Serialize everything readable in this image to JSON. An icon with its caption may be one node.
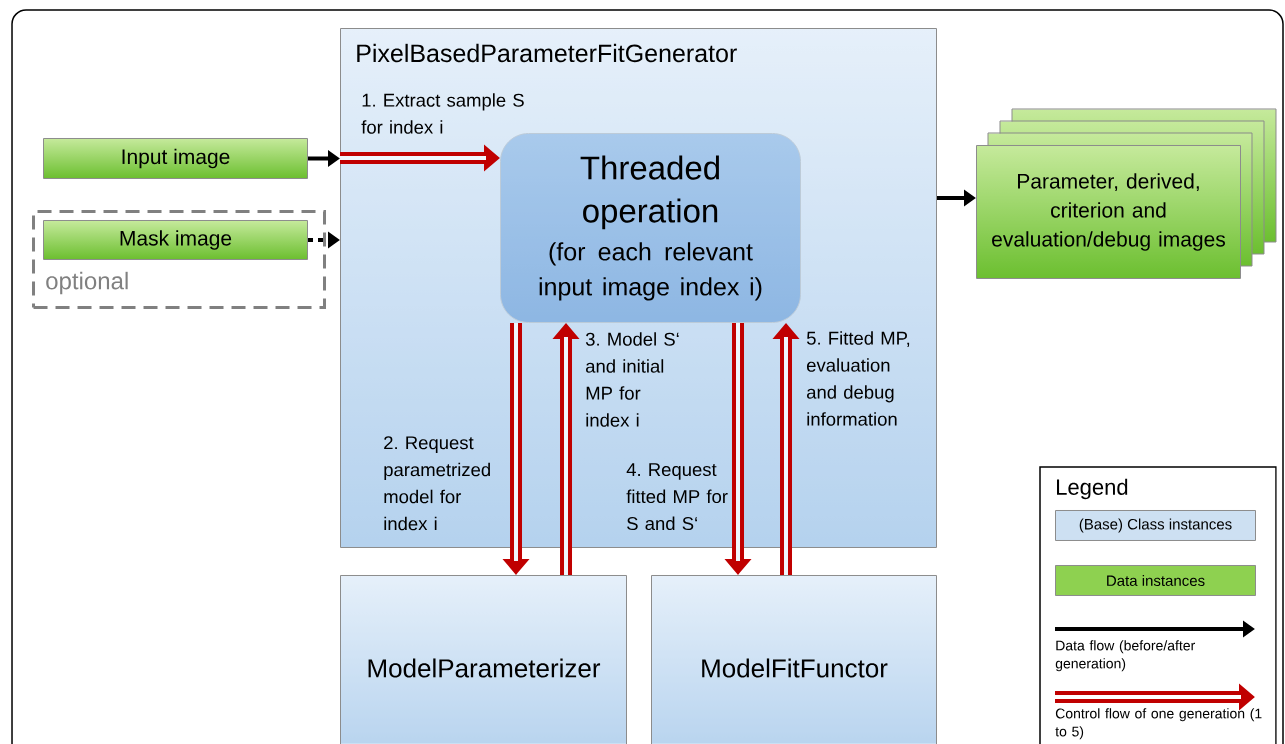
{
  "diagram": {
    "nodes": [
      {
        "text": [
          "PixelBasedParameterFitGenerator"
        ]
      },
      {
        "text": [
          "Threaded operation",
          "(for each relevant input image index i)"
        ],
        "in": 0
      },
      {
        "text": [
          "Input image"
        ]
      },
      {
        "text": [
          "optional"
        ]
      },
      {
        "text": [
          "Mask image"
        ],
        "in": 3
      },
      {
        "text": [
          "Parameter, derived, criterion and evaluation/debug images"
        ]
      },
      {
        "text": [
          "ModelParameterizer"
        ]
      },
      {
        "text": [
          "ModelFitFunctor"
        ]
      }
    ],
    "edges": [
      {
        "from": 2,
        "to": 0,
        "arrow": "to",
        "color": "#000000"
      },
      {
        "from": 0,
        "to": 1,
        "arrow": "to",
        "label": "1. Extract sample S for index i"
      },
      {
        "from": 4,
        "to": 0,
        "arrow": "to",
        "style": "dashed",
        "color": "#000000"
      },
      {
        "from": 0,
        "to": 5,
        "arrow": "to",
        "color": "#000000"
      },
      {
        "from": 1,
        "to": 6,
        "arrow": "to",
        "label": "2. Request parametrized model for index i"
      },
      {
        "from": 6,
        "to": 1,
        "arrow": "to",
        "label": "3. Model S‘ and initial MP for index i"
      },
      {
        "from": 1,
        "to": 7,
        "arrow": "to",
        "label": "4. Request fitted MP for S and S‘"
      },
      {
        "from": 7,
        "to": 1,
        "arrow": "to",
        "label": "5. Fitted MP, evaluation and debug information"
      }
    ],
    "labels": [
      "Legend"
    ],
    "legend": [
      {
        "text": "(Base) Class instances",
        "color": "#cde0f2"
      },
      {
        "text": "Data instances",
        "color": "#8ed150"
      },
      {
        "text": "Data flow (before/after generation)"
      },
      {
        "text": "Control flow of one generation (1 to 5)"
      }
    ]
  }
}
